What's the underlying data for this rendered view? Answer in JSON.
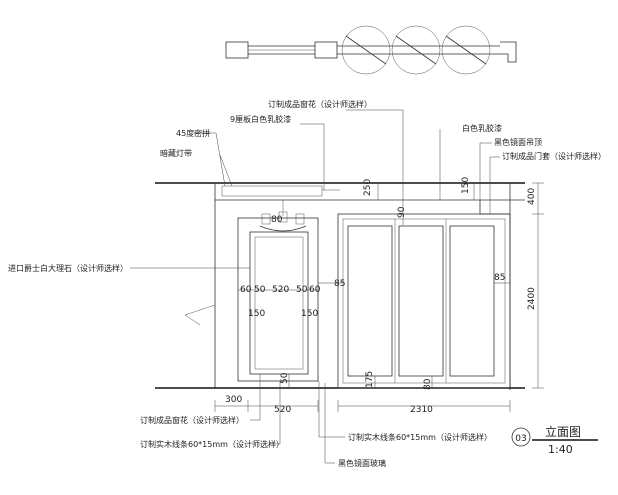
{
  "drawing": {
    "title": "立面图",
    "scale": "1:40",
    "sheet_number": "03"
  },
  "notes": {
    "custom_window_flower_top": "订制成品窗花（设计师选样）",
    "panel_white_latex": "9厘板白色乳胶漆",
    "chamfer_45": "45度密拼",
    "hidden_light": "暗藏灯带",
    "white_latex": "白色乳胶漆",
    "black_mirror_ceiling": "黑色镜面吊顶",
    "custom_door": "订制成品门套（设计师选样）",
    "marble": "进口爵士白大理石（设计师选样）",
    "custom_window_flower_bottom": "订制成品窗花（设计师选样）",
    "wood_strip_left": "订制实木线条60*15mm（设计师选样）",
    "wood_strip_right": "订制实木线条60*15mm（设计师选样）",
    "black_mirror_glass": "黑色镜面玻璃"
  },
  "dimensions": {
    "d250": "250",
    "d150_top": "150",
    "d400": "400",
    "d2400": "2400",
    "d85_left": "85",
    "d85_right": "85",
    "d60a": "60",
    "d50a": "50",
    "d520a": "520",
    "d50b": "50",
    "d60b": "60",
    "d150_mid": "150",
    "d150_low": "150",
    "d175": "175",
    "d80": "80",
    "d50_bottom": "50",
    "d300": "300",
    "d520_bottom": "520",
    "d2310": "2310",
    "d80_top": "80",
    "d90_top": "90"
  }
}
